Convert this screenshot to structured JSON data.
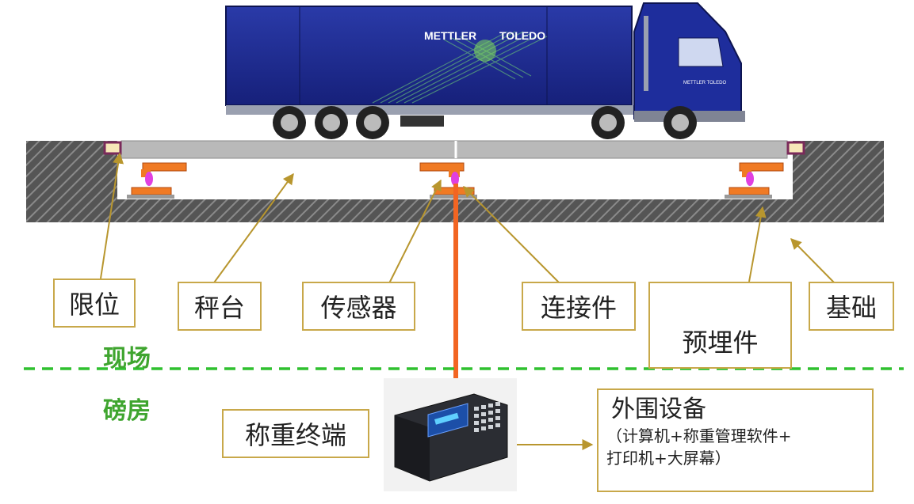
{
  "truck": {
    "brand_left": "METTLER",
    "brand_right": "TOLEDO",
    "cab_logo": "METTLER TOLEDO"
  },
  "labels": {
    "limit": "限位",
    "platform": "秤台",
    "sensor": "传感器",
    "connector": "连接件",
    "embedded": "预埋件",
    "foundation": "基础",
    "terminal": "称重终端"
  },
  "zones": {
    "site": "现场",
    "weighroom": "磅房"
  },
  "peripheral": {
    "title": "外围设备",
    "detail_line1": "（计算机+称重管理软件+",
    "detail_line2": "打印机+大屏幕）"
  },
  "colors": {
    "accent_border": "#c8a84a",
    "zone_text": "#3fa52f",
    "dashed_line": "#2fc02f",
    "signal_cable": "#f26522",
    "truck_body": "#1b2a8c"
  },
  "icons": [
    "weighing-indicator-device-icon"
  ]
}
